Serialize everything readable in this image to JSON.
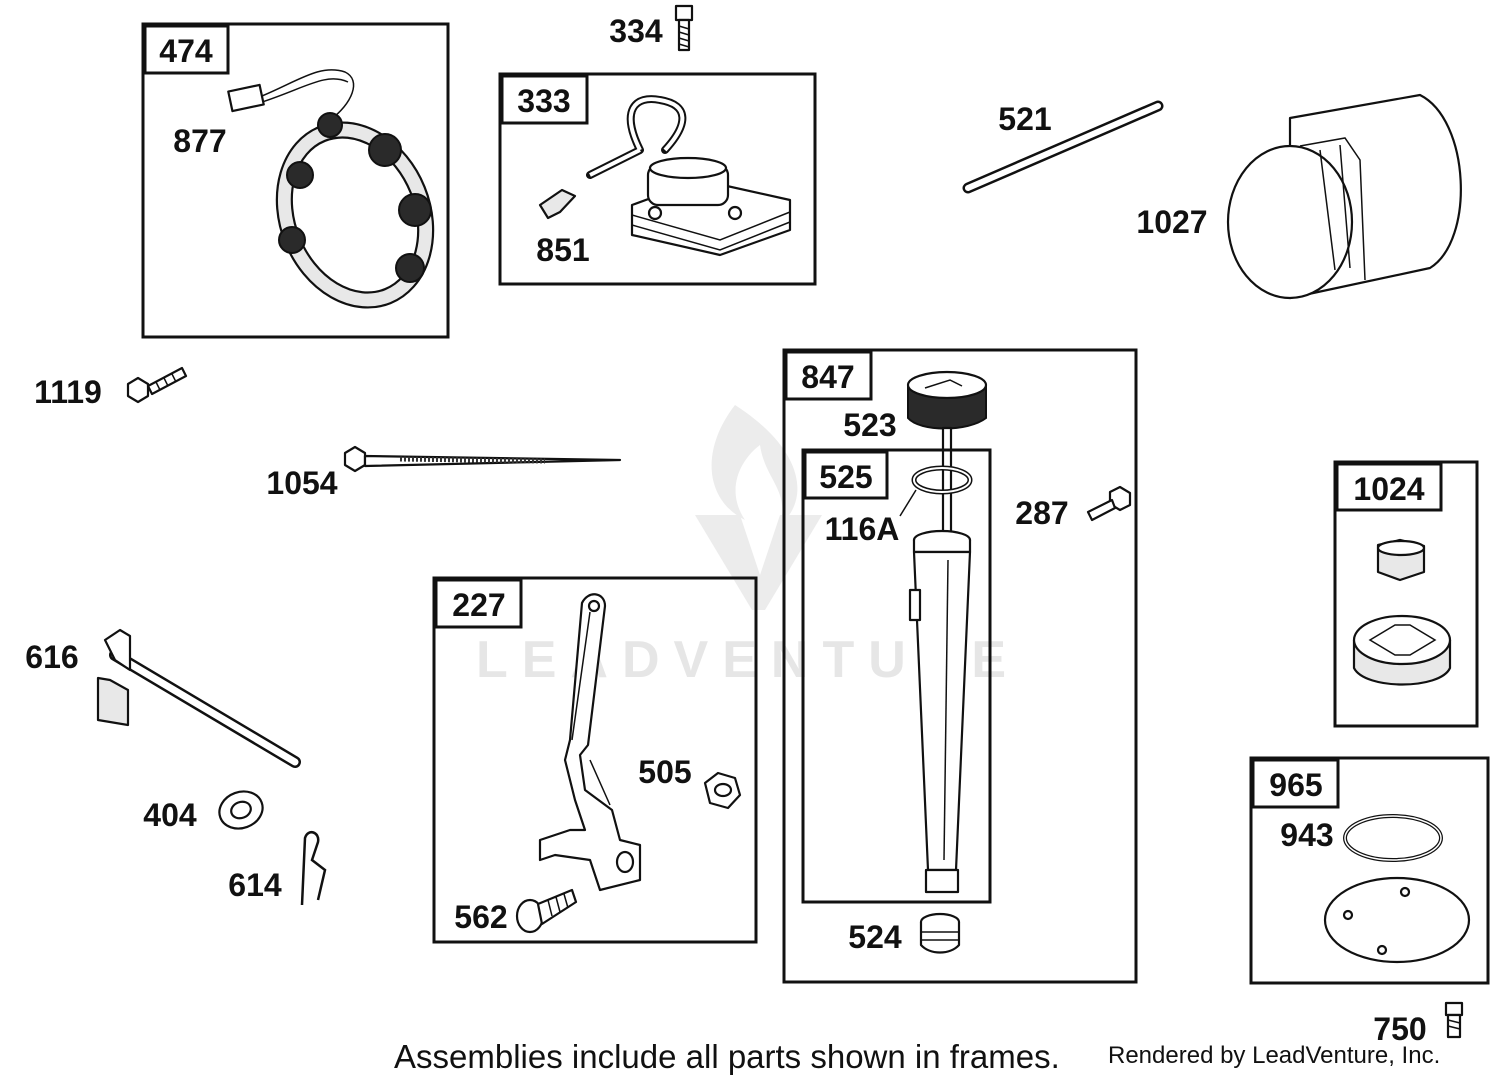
{
  "watermark": "LEADVENTURE",
  "frames": {
    "f474": "474",
    "f333": "333",
    "f847": "847",
    "f525": "525",
    "f227": "227",
    "f1024": "1024",
    "f965": "965"
  },
  "callouts": {
    "p334": "334",
    "p877": "877",
    "p851": "851",
    "p521": "521",
    "p1027": "1027",
    "p1119": "1119",
    "p1054": "1054",
    "p523": "523",
    "p116a": "116A",
    "p287": "287",
    "p616": "616",
    "p404": "404",
    "p614": "614",
    "p505": "505",
    "p562": "562",
    "p524": "524",
    "p943": "943",
    "p750": "750"
  },
  "footer": {
    "note": "Assemblies include all parts shown in frames.",
    "credit": "Rendered by LeadVenture, Inc."
  },
  "icons": [
    "flame-logo-icon"
  ]
}
